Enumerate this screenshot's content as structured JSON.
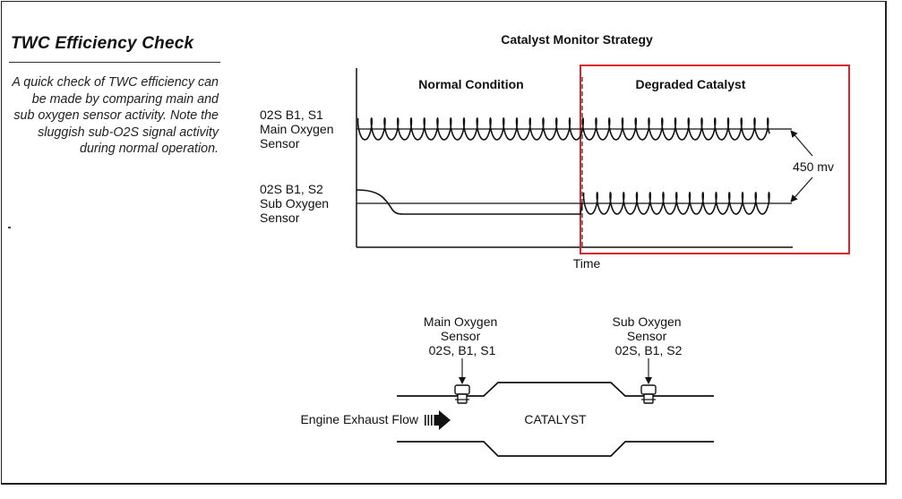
{
  "sidebar": {
    "title": "TWC Efficiency Check",
    "description": "A quick check of TWC efficiency can be made by comparing main and sub oxygen sensor activity. Note the sluggish sub-O2S signal activity during normal operation."
  },
  "strategy": {
    "title": "Catalyst Monitor Strategy",
    "normal_label": "Normal Condition",
    "degraded_label": "Degraded Catalyst",
    "main_sensor_label": [
      "02S B1, S1",
      "Main Oxygen",
      "Sensor"
    ],
    "sub_sensor_label": [
      "02S B1, S2",
      "Sub Oxygen",
      "Sensor"
    ],
    "voltage_label": "450 mv",
    "time_label": "Time",
    "highlight_color": "#d9262c"
  },
  "exhaust": {
    "main_sensor_label": [
      "Main Oxygen",
      "Sensor",
      "02S, B1, S1"
    ],
    "sub_sensor_label": [
      "Sub Oxygen",
      "Sensor",
      "02S, B1, S2"
    ],
    "flow_label": "Engine Exhaust Flow",
    "catalyst_label": "CATALYST"
  }
}
